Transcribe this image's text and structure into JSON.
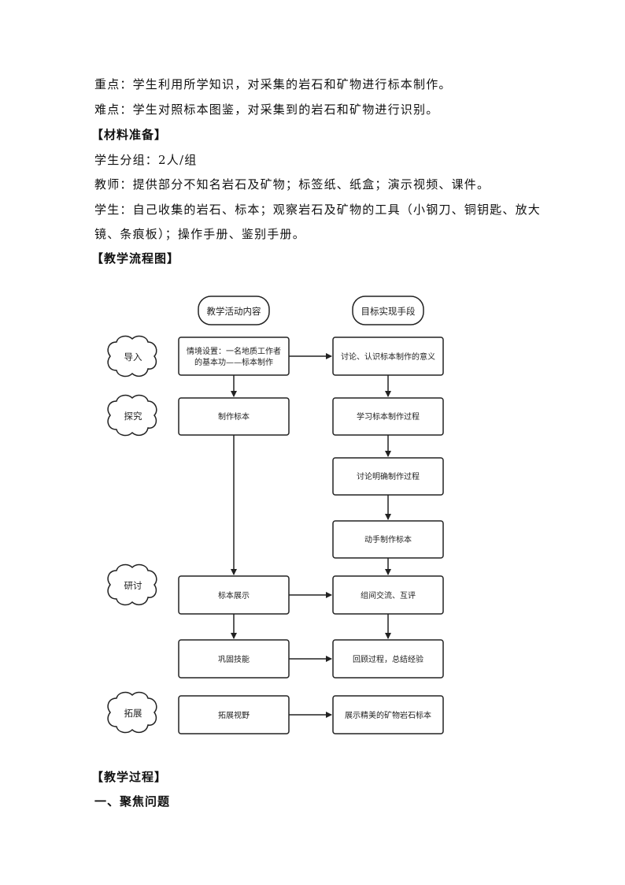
{
  "text": {
    "focus_point": "重点：学生利用所学知识，对采集的岩石和矿物进行标本制作。",
    "difficulty_point": "难点：学生对照标本图鉴，对采集到的岩石和矿物进行识别。",
    "materials_heading": "【材料准备】",
    "grouping": "学生分组：2人/组",
    "teacher_materials": "教师：提供部分不知名岩石及矿物；标签纸、纸盒；演示视频、课件。",
    "student_materials_line1": "学生：自己收集的岩石、标本；观察岩石及矿物的工具（小钢刀、铜钥匙、放大",
    "student_materials_line2": "镜、条痕板）；操作手册、鉴别手册。",
    "flowchart_heading": "【教学流程图】",
    "process_heading": "【教学过程】",
    "section1_heading": "一、聚焦问题"
  },
  "flowchart": {
    "headers": {
      "left": "教学活动内容",
      "right": "目标实现手段"
    },
    "stages": {
      "intro": "导入",
      "explore": "探究",
      "discuss": "研讨",
      "extend": "拓展"
    },
    "left_boxes": {
      "scenario_line1": "情境设置：一名地质工作者",
      "scenario_line2": "的基本功——标本制作",
      "make_specimen": "制作标本",
      "show_specimen": "标本展示",
      "consolidate": "巩固技能",
      "broaden": "拓展视野"
    },
    "right_boxes": {
      "significance": "讨论、认识标本制作的意义",
      "learn_process": "学习标本制作过程",
      "clarify_process": "讨论明确制作过程",
      "hands_on": "动手制作标本",
      "peer_review": "组间交流、互评",
      "review_summary": "回顾过程，总结经验",
      "display_fine": "展示精美的矿物岩石标本"
    }
  }
}
